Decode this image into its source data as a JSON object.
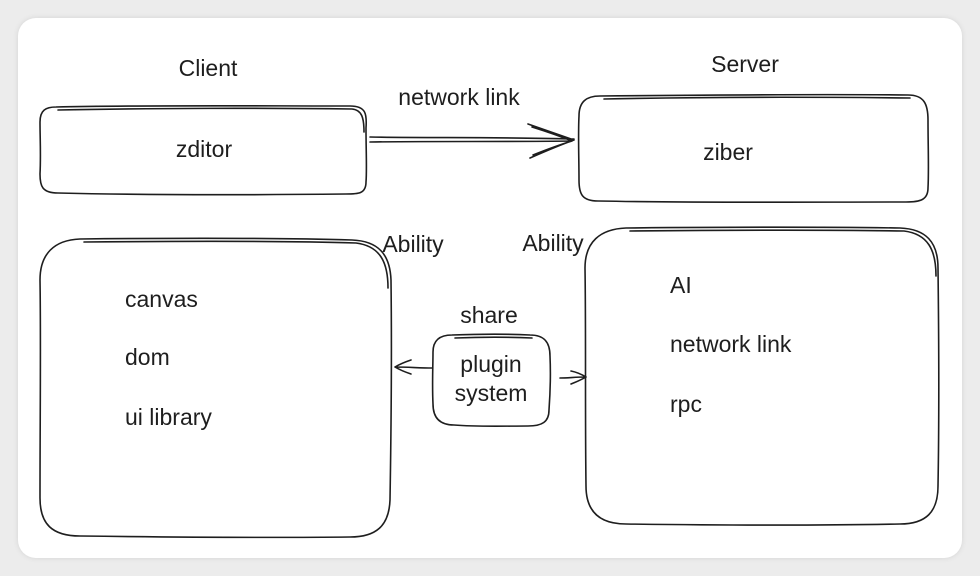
{
  "client": {
    "label": "Client",
    "box_label": "zditor"
  },
  "server": {
    "label": "Server",
    "box_label": "ziber"
  },
  "link": {
    "label": "network link"
  },
  "client_ability": {
    "label": "Ability",
    "items": [
      "canvas",
      "dom",
      "ui library"
    ]
  },
  "server_ability": {
    "label": "Ability",
    "items": [
      "AI",
      "network link",
      "rpc"
    ]
  },
  "plugin": {
    "share_label": "share",
    "line1": "plugin",
    "line2": "system"
  }
}
